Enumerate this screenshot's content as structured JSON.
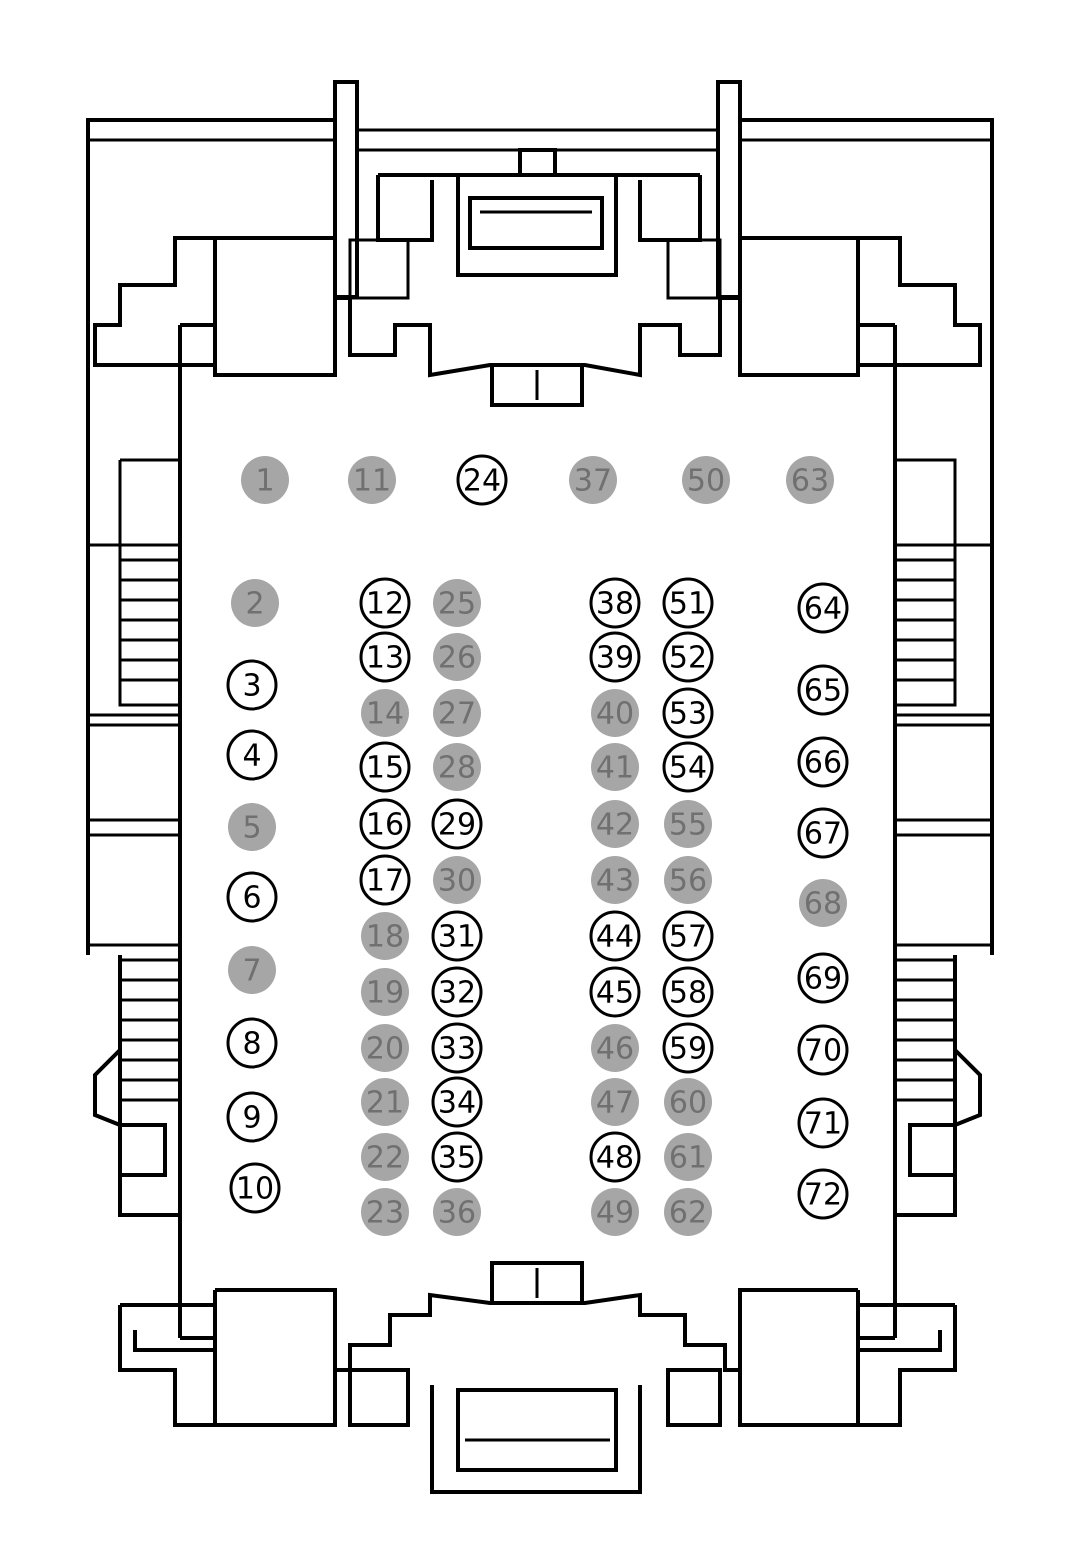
{
  "legend_hint": "",
  "colors": {
    "occupied_fill": "#a6a6a6",
    "occupied_text": "#707070",
    "open_stroke": "#000000",
    "open_text": "#000000",
    "background": "#ffffff",
    "line": "#000000"
  },
  "pins": [
    {
      "label": "1",
      "state": "filled"
    },
    {
      "label": "2",
      "state": "filled"
    },
    {
      "label": "3",
      "state": "open"
    },
    {
      "label": "4",
      "state": "open"
    },
    {
      "label": "5",
      "state": "filled"
    },
    {
      "label": "6",
      "state": "open"
    },
    {
      "label": "7",
      "state": "filled"
    },
    {
      "label": "8",
      "state": "open"
    },
    {
      "label": "9",
      "state": "open"
    },
    {
      "label": "10",
      "state": "open"
    },
    {
      "label": "11",
      "state": "filled"
    },
    {
      "label": "12",
      "state": "open"
    },
    {
      "label": "13",
      "state": "open"
    },
    {
      "label": "14",
      "state": "filled"
    },
    {
      "label": "15",
      "state": "open"
    },
    {
      "label": "16",
      "state": "open"
    },
    {
      "label": "17",
      "state": "open"
    },
    {
      "label": "18",
      "state": "filled"
    },
    {
      "label": "19",
      "state": "filled"
    },
    {
      "label": "20",
      "state": "filled"
    },
    {
      "label": "21",
      "state": "filled"
    },
    {
      "label": "22",
      "state": "filled"
    },
    {
      "label": "23",
      "state": "filled"
    },
    {
      "label": "24",
      "state": "open"
    },
    {
      "label": "25",
      "state": "filled"
    },
    {
      "label": "26",
      "state": "filled"
    },
    {
      "label": "27",
      "state": "filled"
    },
    {
      "label": "28",
      "state": "filled"
    },
    {
      "label": "29",
      "state": "open"
    },
    {
      "label": "30",
      "state": "filled"
    },
    {
      "label": "31",
      "state": "open"
    },
    {
      "label": "32",
      "state": "open"
    },
    {
      "label": "33",
      "state": "open"
    },
    {
      "label": "34",
      "state": "open"
    },
    {
      "label": "35",
      "state": "open"
    },
    {
      "label": "36",
      "state": "filled"
    },
    {
      "label": "37",
      "state": "filled"
    },
    {
      "label": "38",
      "state": "open"
    },
    {
      "label": "39",
      "state": "open"
    },
    {
      "label": "40",
      "state": "filled"
    },
    {
      "label": "41",
      "state": "filled"
    },
    {
      "label": "42",
      "state": "filled"
    },
    {
      "label": "43",
      "state": "filled"
    },
    {
      "label": "44",
      "state": "open"
    },
    {
      "label": "45",
      "state": "open"
    },
    {
      "label": "46",
      "state": "filled"
    },
    {
      "label": "47",
      "state": "filled"
    },
    {
      "label": "48",
      "state": "open"
    },
    {
      "label": "49",
      "state": "filled"
    },
    {
      "label": "50",
      "state": "filled"
    },
    {
      "label": "51",
      "state": "open"
    },
    {
      "label": "52",
      "state": "open"
    },
    {
      "label": "53",
      "state": "open"
    },
    {
      "label": "54",
      "state": "open"
    },
    {
      "label": "55",
      "state": "filled"
    },
    {
      "label": "56",
      "state": "filled"
    },
    {
      "label": "57",
      "state": "open"
    },
    {
      "label": "58",
      "state": "open"
    },
    {
      "label": "59",
      "state": "open"
    },
    {
      "label": "60",
      "state": "filled"
    },
    {
      "label": "61",
      "state": "filled"
    },
    {
      "label": "62",
      "state": "filled"
    },
    {
      "label": "63",
      "state": "filled"
    },
    {
      "label": "64",
      "state": "open"
    },
    {
      "label": "65",
      "state": "open"
    },
    {
      "label": "66",
      "state": "open"
    },
    {
      "label": "67",
      "state": "open"
    },
    {
      "label": "68",
      "state": "filled"
    },
    {
      "label": "69",
      "state": "open"
    },
    {
      "label": "70",
      "state": "open"
    },
    {
      "label": "71",
      "state": "open"
    },
    {
      "label": "72",
      "state": "open"
    }
  ]
}
